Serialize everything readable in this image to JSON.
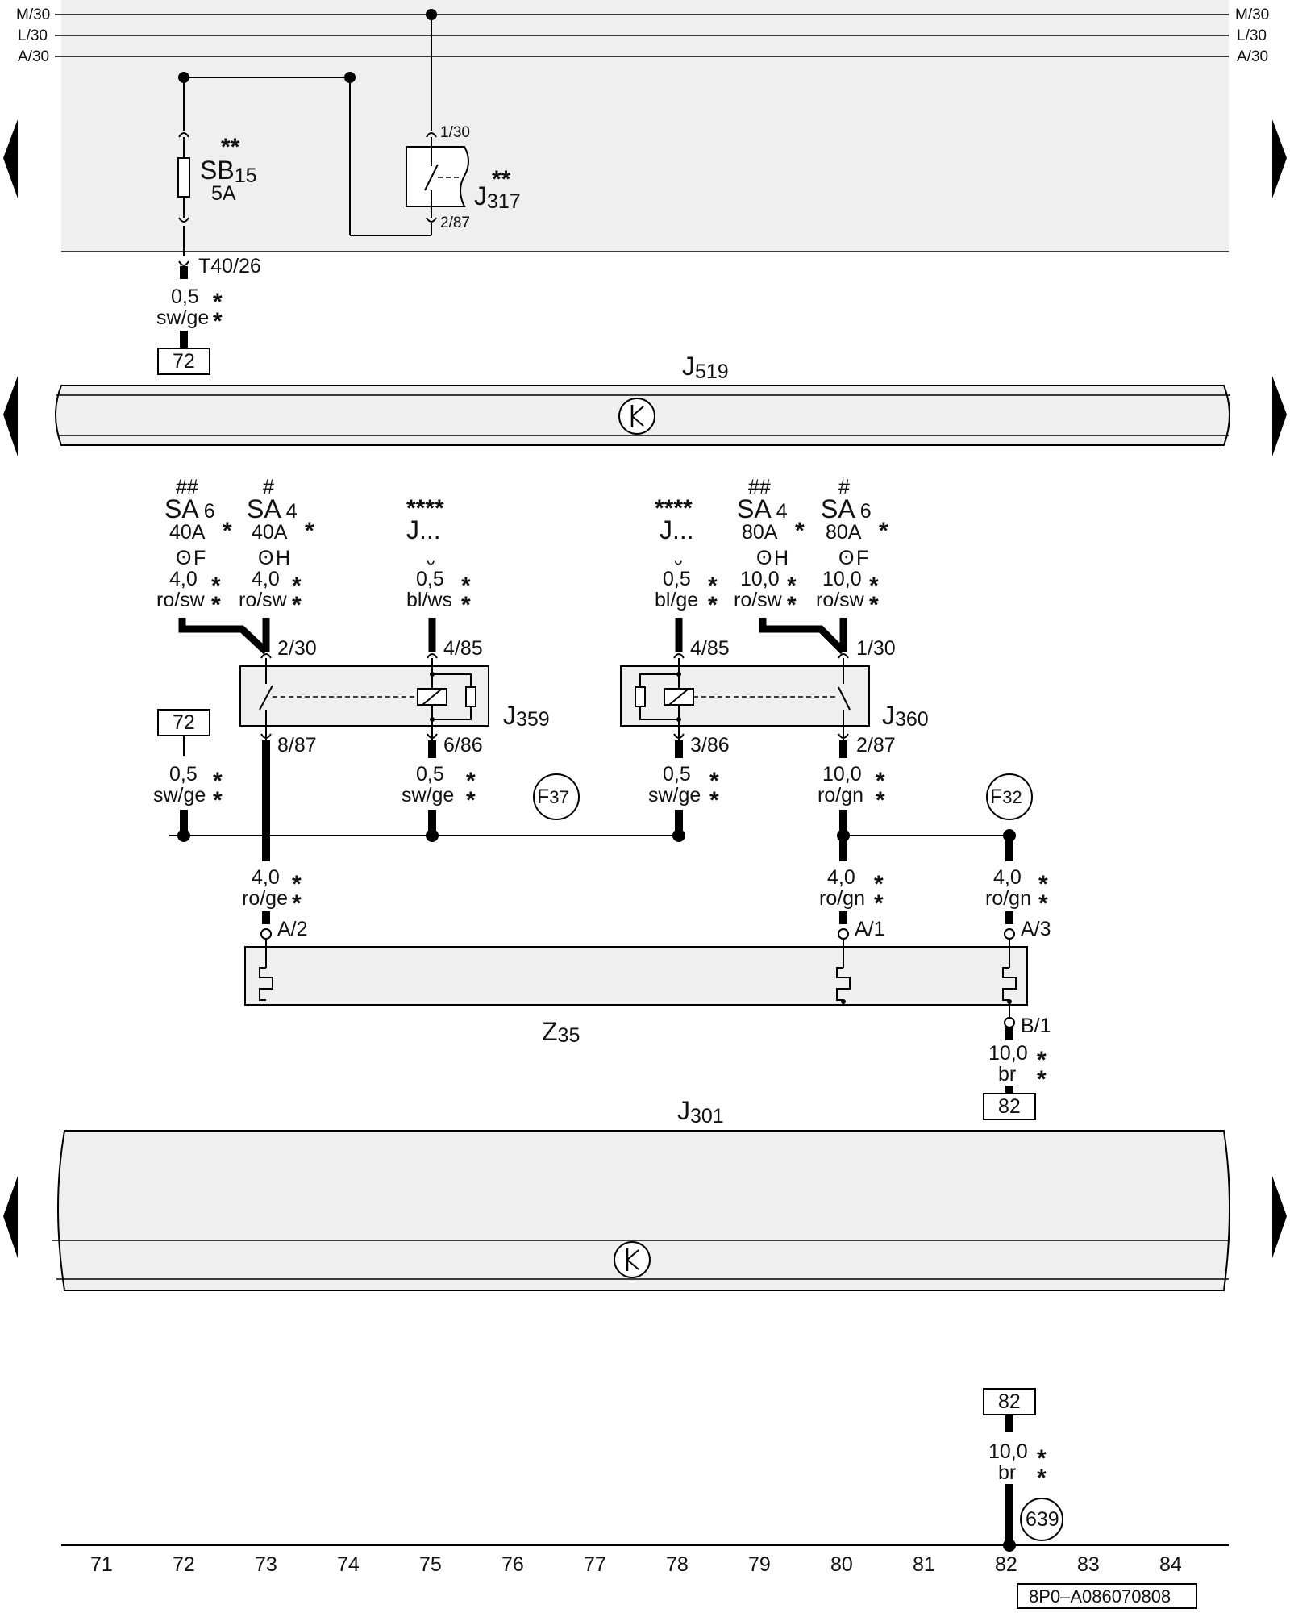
{
  "bus": {
    "m30": "M/30",
    "l30": "L/30",
    "a30": "A/30"
  },
  "top": {
    "sb15": {
      "stars": "**",
      "name": "SB",
      "sub": "15",
      "rating": "5A"
    },
    "j317": {
      "stars": "**",
      "name": "J",
      "sub": "317",
      "pin_in": "1/30",
      "pin_out": "2/87"
    },
    "t40": "T40/26",
    "wire_a": {
      "gauge": "0,5",
      "color": "sw/ge",
      "star1": "*",
      "star2": "*"
    },
    "ref_72": "72"
  },
  "j519": {
    "name": "J",
    "sub": "519"
  },
  "fuses": {
    "sa6_left": {
      "hash": "##",
      "name": "SA",
      "sub": "6",
      "rating": "40A",
      "star": "*",
      "lamp": "F",
      "gauge": "4,0",
      "color": "ro/sw",
      "s1": "*",
      "s2": "*"
    },
    "sa4_left": {
      "hash": "#",
      "name": "SA",
      "sub": "4",
      "rating": "40A",
      "star": "*",
      "lamp": "H",
      "gauge": "4,0",
      "color": "ro/sw",
      "s1": "*",
      "s2": "*"
    },
    "j_left": {
      "stars": "****",
      "name": "J...",
      "gauge": "0,5",
      "color": "bl/ws",
      "s1": "*",
      "s2": "*"
    },
    "j_right": {
      "stars": "****",
      "name": "J...",
      "gauge": "0,5",
      "color": "bl/ge",
      "s1": "*",
      "s2": "*"
    },
    "sa4_right": {
      "hash": "##",
      "name": "SA",
      "sub": "4",
      "rating": "80A",
      "star": "*",
      "lamp": "H",
      "gauge": "10,0",
      "color": "ro/sw",
      "s1": "*",
      "s2": "*"
    },
    "sa6_right": {
      "hash": "#",
      "name": "SA",
      "sub": "6",
      "rating": "80A",
      "star": "*",
      "lamp": "F",
      "gauge": "10,0",
      "color": "ro/sw",
      "s1": "*",
      "s2": "*"
    }
  },
  "j359": {
    "name": "J",
    "sub": "359",
    "p1": "2/30",
    "p2": "4/85",
    "p3": "8/87",
    "p4": "6/86"
  },
  "j360": {
    "name": "J",
    "sub": "360",
    "p1": "4/85",
    "p2": "1/30",
    "p3": "3/86",
    "p4": "2/87"
  },
  "mid": {
    "ref_72": "72",
    "w1": {
      "gauge": "0,5",
      "color": "sw/ge",
      "s1": "*",
      "s2": "*"
    },
    "w2": {
      "gauge": "0,5",
      "color": "sw/ge",
      "s1": "*",
      "s2": "*"
    },
    "w3": {
      "gauge": "0,5",
      "color": "sw/ge",
      "s1": "*",
      "s2": "*"
    },
    "w4": {
      "gauge": "10,0",
      "color": "ro/gn",
      "s1": "*",
      "s2": "*"
    },
    "f37": {
      "name": "F",
      "sub": "37"
    },
    "f32": {
      "name": "F",
      "sub": "32"
    },
    "w5": {
      "gauge": "4,0",
      "color": "ro/ge",
      "s1": "*",
      "s2": "*"
    },
    "w6": {
      "gauge": "4,0",
      "color": "ro/gn",
      "s1": "*",
      "s2": "*"
    },
    "w7": {
      "gauge": "4,0",
      "color": "ro/gn",
      "s1": "*",
      "s2": "*"
    }
  },
  "z35": {
    "name": "Z",
    "sub": "35",
    "pa2": "A/2",
    "pa1": "A/1",
    "pa3": "A/3",
    "pb1": "B/1",
    "wire": {
      "gauge": "10,0",
      "color": "br",
      "s1": "*",
      "s2": "*"
    },
    "ref_82": "82"
  },
  "j301": {
    "name": "J",
    "sub": "301"
  },
  "bottom": {
    "ref_82": "82",
    "wire": {
      "gauge": "10,0",
      "color": "br",
      "s1": "*",
      "s2": "*"
    },
    "ground": "639"
  },
  "columns": [
    "71",
    "72",
    "73",
    "74",
    "75",
    "76",
    "77",
    "78",
    "79",
    "80",
    "81",
    "82",
    "83",
    "84"
  ],
  "doc_id": "8P0–A086070808"
}
